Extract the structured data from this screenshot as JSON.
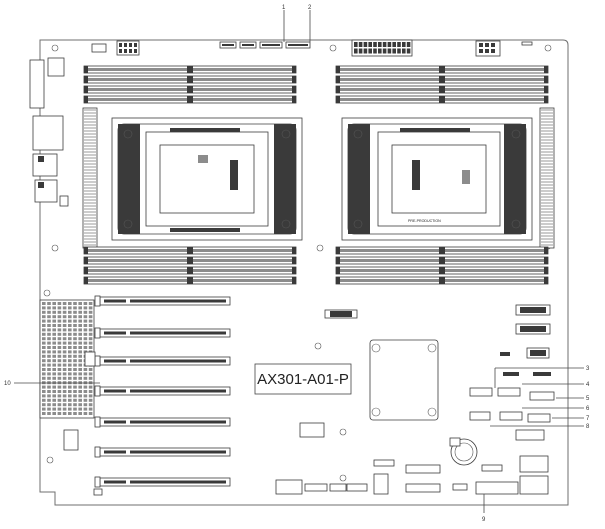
{
  "board": {
    "model": "AX301-A01-P",
    "socket_right_marking": "PRE-PRODUCTION",
    "callouts": [
      "1",
      "2",
      "3",
      "4",
      "5",
      "6",
      "7",
      "8",
      "9",
      "10"
    ]
  },
  "colors": {
    "outline": "#3c3c3c",
    "dark": "#3a3a3a",
    "background": "#ffffff"
  },
  "icons": {
    "cpu_sockets": "cpu-socket-icon",
    "dimm_slots": "dimm-slot-icon",
    "pcie_slots": "pcie-slot-icon"
  }
}
